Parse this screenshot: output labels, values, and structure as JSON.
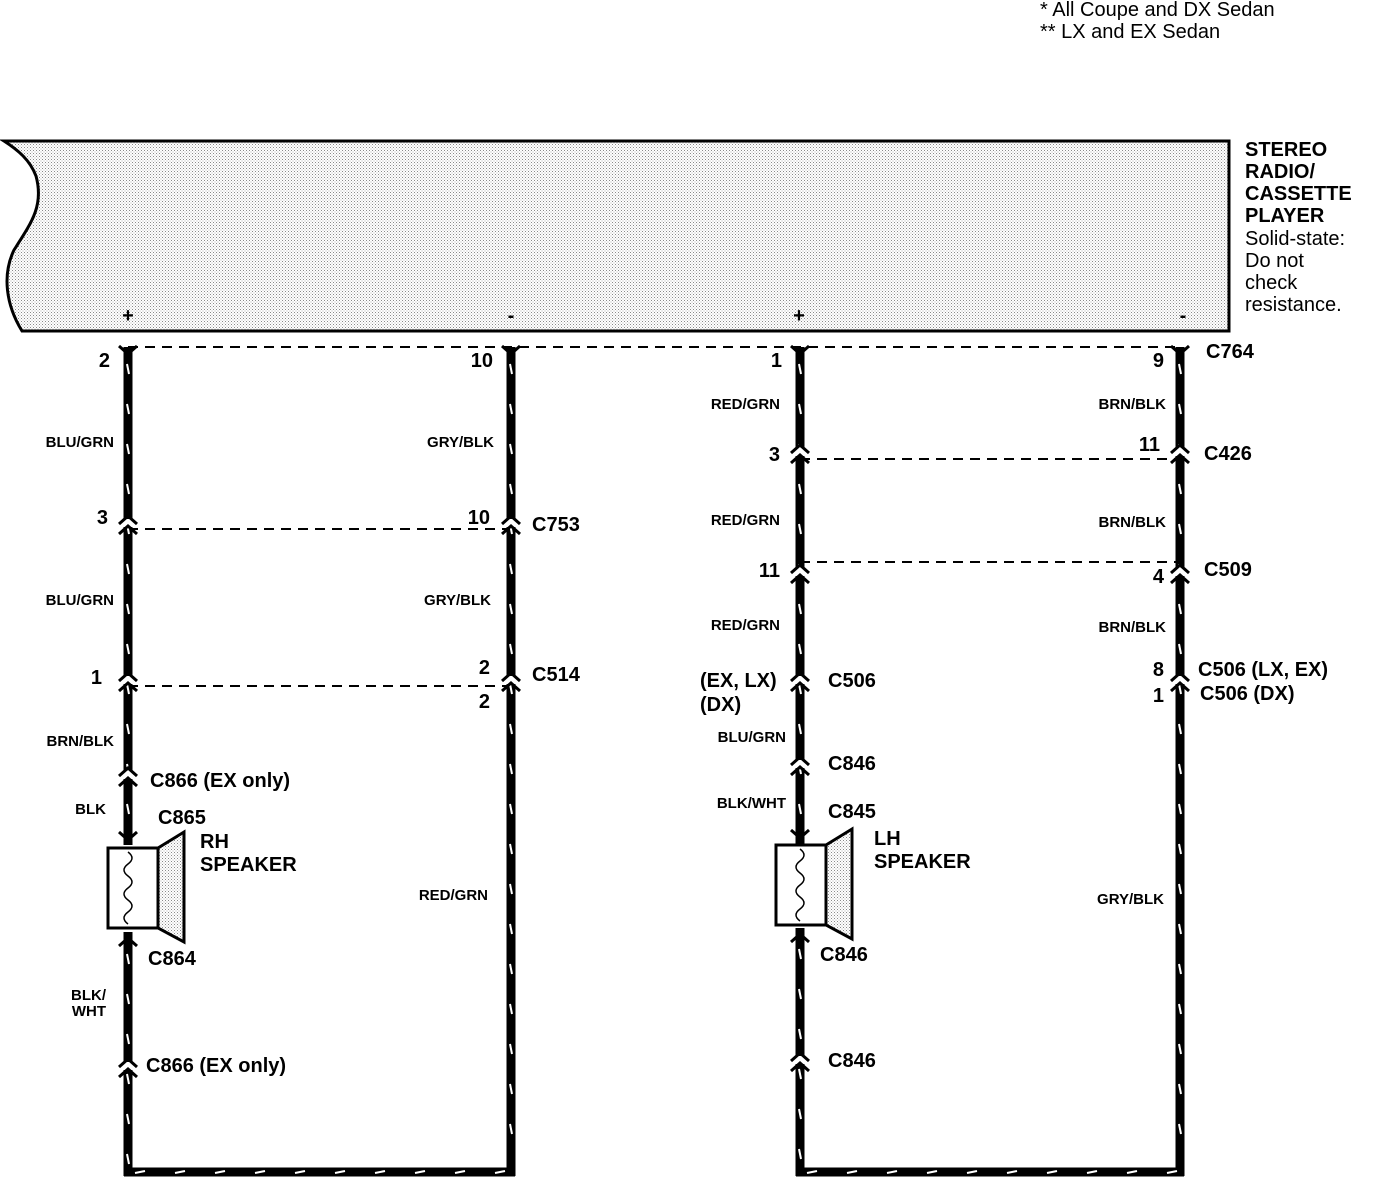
{
  "legend": {
    "line1": "* All Coupe and DX Sedan",
    "line2": "** LX and EX Sedan"
  },
  "radio": {
    "title1": "STEREO",
    "title2": "RADIO/",
    "title3": "CASSETTE",
    "title4": "PLAYER",
    "note1": "Solid-state:",
    "note2": "Do not",
    "note3": "check",
    "note4": "resistance.",
    "term_plus": "+",
    "term_minus": "-"
  },
  "connectors": {
    "c764": "C764",
    "c426": "C426",
    "c509": "C509",
    "c753": "C753",
    "c514": "C514",
    "c506": "C506",
    "c506_lx_ex": "C506 (LX, EX)",
    "c506_dx": "C506 (DX)",
    "c846": "C846",
    "c845": "C845",
    "c866_ex": "C866 (EX only)",
    "c865": "C865",
    "c864": "C864",
    "ex_lx": "(EX, LX)",
    "dx": "(DX)"
  },
  "pins": {
    "p2": "2",
    "p10": "10",
    "p1": "1",
    "p9": "9",
    "p3": "3",
    "p11": "11",
    "p4": "4",
    "p8": "8"
  },
  "wires": {
    "blu_grn": "BLU/GRN",
    "gry_blk": "GRY/BLK",
    "red_grn": "RED/GRN",
    "brn_blk": "BRN/BLK",
    "blk": "BLK",
    "blk_wht": "BLK/WHT",
    "blk_slash": "BLK/",
    "wht": "WHT"
  },
  "speakers": {
    "rh1": "RH",
    "rh2": "SPEAKER",
    "lh1": "LH",
    "lh2": "SPEAKER"
  },
  "colors": {
    "ink": "#000000",
    "paper": "#ffffff",
    "radio_fill": "#e6e6e6"
  }
}
